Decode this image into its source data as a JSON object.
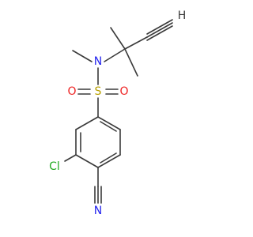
{
  "molecule": {
    "atoms": {
      "H": {
        "text": "H",
        "color": "#3a3a3a"
      },
      "N_amide": {
        "text": "N",
        "color": "#2222ee"
      },
      "S": {
        "text": "S",
        "color": "#b8a000"
      },
      "O_left": {
        "text": "O",
        "color": "#ee2222"
      },
      "O_right": {
        "text": "O",
        "color": "#ee2222"
      },
      "Cl": {
        "text": "Cl",
        "color": "#22aa22"
      },
      "N_nitrile": {
        "text": "N",
        "color": "#2222ee"
      }
    }
  }
}
